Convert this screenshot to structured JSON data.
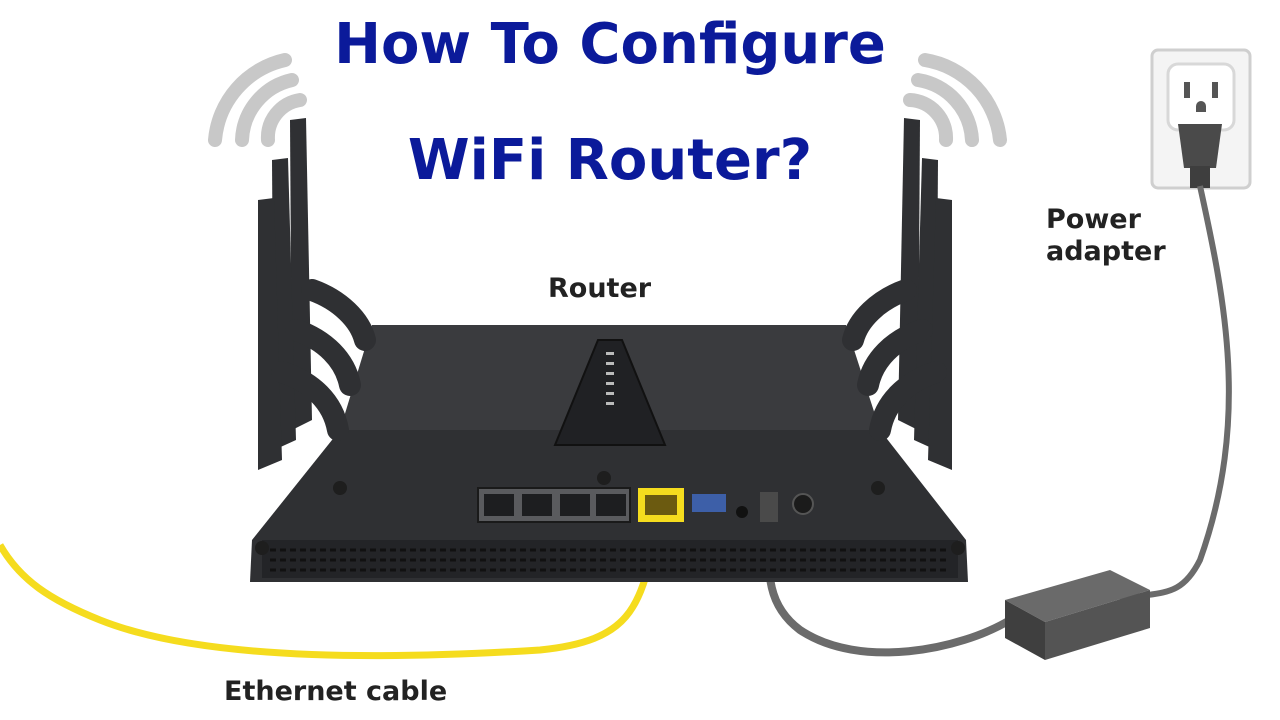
{
  "title": {
    "line1": "How To Configure",
    "line2": "WiFi Router?"
  },
  "labels": {
    "router": "Router",
    "power_adapter_line1": "Power",
    "power_adapter_line2": "adapter",
    "ethernet_cable": "Ethernet cable"
  },
  "colors": {
    "title": "#0b1a9a",
    "router_body": "#2f3033",
    "ethernet_cable": "#f5dc1e",
    "power_cable": "#6b6b6b",
    "wifi_signal": "#c8c8c8"
  }
}
